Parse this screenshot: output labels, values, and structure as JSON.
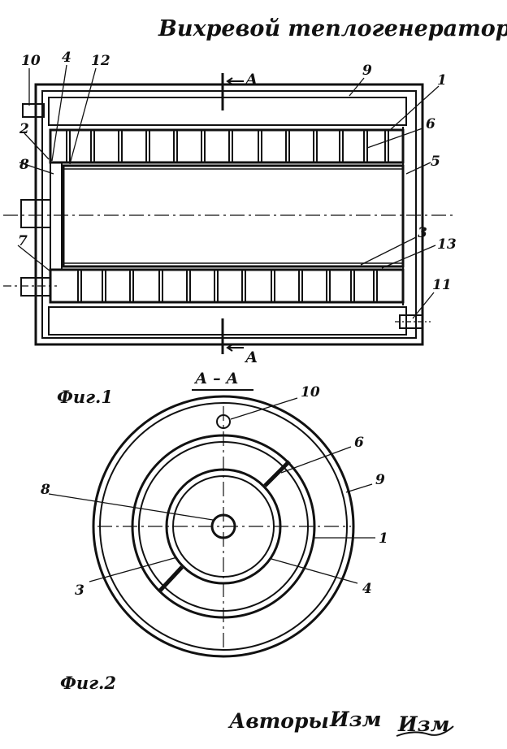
{
  "title": "Вихревой теплогенератор",
  "figure1": {
    "caption": "Фиг.1",
    "section_marker": "А",
    "callouts": [
      "10",
      "4",
      "12",
      "9",
      "1",
      "2",
      "6",
      "8",
      "5",
      "3",
      "13",
      "7",
      "11"
    ]
  },
  "figure2": {
    "caption": "Фиг.2",
    "section_title": "А – А",
    "callouts": [
      "10",
      "6",
      "9",
      "8",
      "1",
      "3",
      "4"
    ]
  },
  "authors": {
    "label": "Авторы",
    "signatures": [
      "Изм",
      "Изм"
    ]
  }
}
